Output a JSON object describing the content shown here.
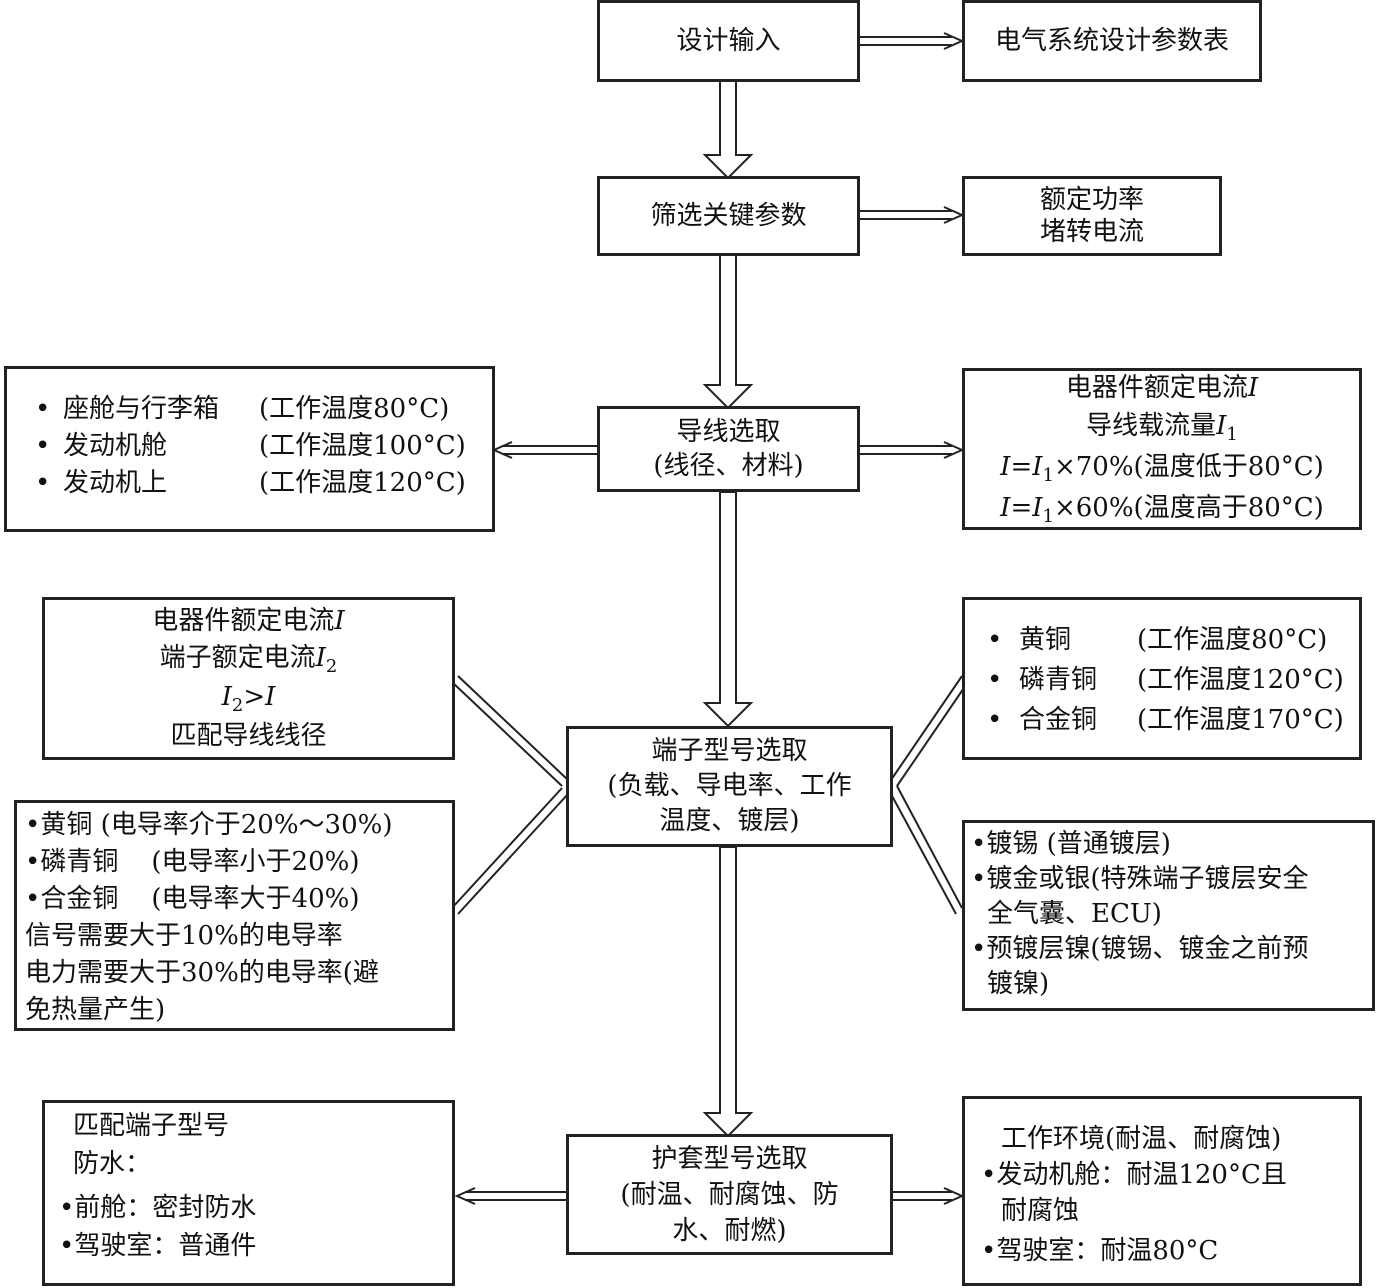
{
  "nodes": {
    "design_input": "设计输入",
    "param_table": "电气系统设计参数表",
    "key_params": "筛选关键参数",
    "rated_power": "额定功率",
    "stall_current": "堵转电流",
    "wire_select": {
      "line1": "导线选取",
      "line2": "(线径、材料)"
    },
    "env_box": [
      {
        "bullet": "•",
        "name": "座舱与行李箱",
        "temp": "(工作温度80°C)"
      },
      {
        "bullet": "•",
        "name": "发动机舱",
        "temp": "(工作温度100°C)"
      },
      {
        "bullet": "•",
        "name": "发动机上",
        "temp": "(工作温度120°C)"
      }
    ],
    "current_box": {
      "l1": "电器件额定电流",
      "l1_var": "I",
      "l2": "导线载流量",
      "l2_var": "I",
      "l2_sub": "1",
      "l3a": "I",
      "l3b": "=",
      "l3c": "I",
      "l3sub": "1",
      "l3d": "×70%(温度低于80°C)",
      "l4a": "I",
      "l4b": "=",
      "l4c": "I",
      "l4sub": "1",
      "l4d": "×60%(温度高于80°C)"
    },
    "terminal_left_top": {
      "l1": "电器件额定电流",
      "l1_var": "I",
      "l2": "端子额定电流",
      "l2_var": "I",
      "l2_sub": "2",
      "l3a": "I",
      "l3sub": "2",
      "l3b": ">",
      "l3c": "I",
      "l4": "匹配导线线径"
    },
    "terminal_select": {
      "line1": "端子型号选取",
      "line2": "(负载、导电率、工作",
      "line3": "温度、镀层)"
    },
    "conductivity_box": [
      "•黄铜 (电导率介于20%～30%)",
      "•磷青铜    (电导率小于20%)",
      "•合金铜    (电导率大于40%)",
      "信号需要大于10%的电导率",
      "电力需要大于30%的电导率(避",
      "免热量产生)"
    ],
    "material_temp_box": [
      {
        "bullet": "•",
        "name": "黄铜",
        "temp": "(工作温度80°C)"
      },
      {
        "bullet": "•",
        "name": "磷青铜",
        "temp": "(工作温度120°C)"
      },
      {
        "bullet": "•",
        "name": "合金铜",
        "temp": "(工作温度170°C)"
      }
    ],
    "plating_box": [
      "•镀锡 (普通镀层)",
      "•镀金或银(特殊端子镀层安全",
      "全气囊、ECU)",
      "•预镀层镍(镀锡、镀金之前预",
      "镀镍)"
    ],
    "sheath_select": {
      "line1": "护套型号选取",
      "line2": "(耐温、耐腐蚀、防",
      "line3": "水、耐燃)"
    },
    "sheath_left": [
      "匹配端子型号",
      "防水：",
      "•前舱：密封防水",
      "•驾驶室：普通件"
    ],
    "sheath_right": [
      "工作环境(耐温、耐腐蚀)",
      "•发动机舱：耐温120°C且",
      "耐腐蚀",
      "•驾驶室：耐温80°C"
    ]
  }
}
